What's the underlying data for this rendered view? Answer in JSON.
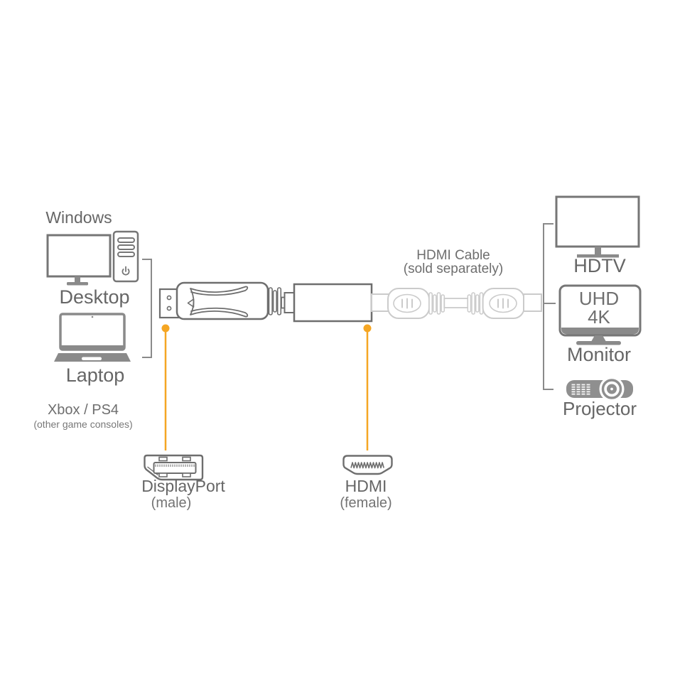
{
  "page": {
    "background": "#ffffff",
    "description": "DisplayPort to HDMI adapter connection diagram"
  },
  "labels": {
    "windows": "Windows",
    "desktop": "Desktop",
    "laptop": "Laptop",
    "consoles": "Xbox / PS4",
    "consoles_note": "(other game consoles)",
    "hdmi_cable_line1": "HDMI Cable",
    "hdmi_cable_line2": "(sold separately)",
    "hdtv": "HDTV",
    "monitor_screen_line1": "UHD",
    "monitor_screen_line2": "4K",
    "monitor": "Monitor",
    "projector": "Projector",
    "displayport": "DisplayPort",
    "displayport_note": "(male)",
    "hdmi": "HDMI",
    "hdmi_note": "(female)"
  },
  "colors": {
    "accent_orange": "#F5A623",
    "icon_outline_gray": "#6F6F6F",
    "icon_fill_gray": "#8A8A8A",
    "cable_light_gray": "#CBCBCB",
    "text_gray": "#666666"
  },
  "icons": {
    "desktop": "desktop-computer-icon",
    "laptop": "laptop-icon",
    "dp_connector": "adapter-displayport-connector-icon",
    "adapter_body": "adapter-hdmi-body-icon",
    "hdmi_cable": "hdmi-cable-icon",
    "hdtv": "hdtv-icon",
    "monitor": "uhd-4k-monitor-icon",
    "projector": "projector-icon",
    "dp_port": "displayport-port-icon",
    "hdmi_port": "hdmi-port-icon"
  }
}
